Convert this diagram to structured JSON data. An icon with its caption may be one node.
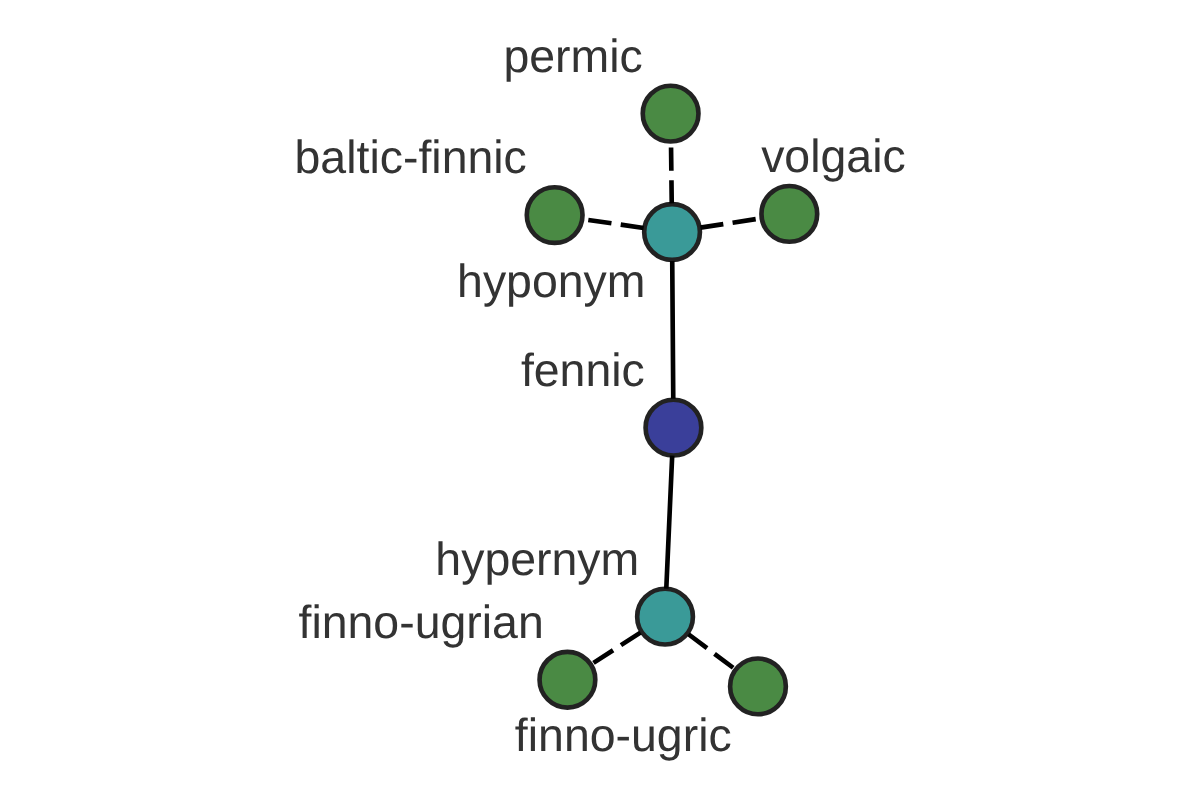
{
  "diagram": {
    "nodes": [
      {
        "text": [
          "baltic-finnic"
        ]
      },
      {
        "text": [
          "volgaic"
        ]
      },
      {
        "text": [
          "hyponym"
        ]
      },
      {
        "text": [
          "permic"
        ]
      },
      {
        "text": [
          "fennic"
        ]
      },
      {
        "text": [
          "finno-ugrian"
        ]
      },
      {
        "text": [
          "hypernym"
        ]
      },
      {
        "text": [
          "finno-ugric"
        ]
      }
    ],
    "edges": [
      {
        "from": 4,
        "to": 2,
        "arrow": "none"
      },
      {
        "from": 4,
        "to": 6,
        "arrow": "none"
      },
      {
        "from": 2,
        "to": 0,
        "arrow": "none",
        "style": "dashed"
      },
      {
        "from": 2,
        "to": 1,
        "arrow": "none",
        "style": "dashed"
      },
      {
        "from": 2,
        "to": 3,
        "arrow": "none",
        "style": "dashed"
      },
      {
        "from": 6,
        "to": 5,
        "arrow": "none",
        "style": "dashed"
      },
      {
        "from": 6,
        "to": 7,
        "arrow": "none",
        "style": "dashed"
      }
    ]
  }
}
